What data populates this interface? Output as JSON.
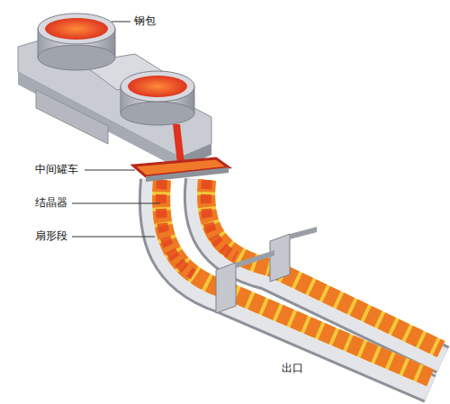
{
  "diagram": {
    "labels": [
      "钢包",
      "中间罐车",
      "结晶器",
      "扇形段",
      "出口"
    ]
  }
}
